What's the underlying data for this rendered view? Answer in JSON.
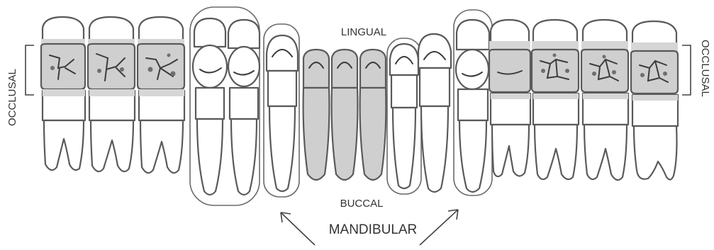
{
  "labels": {
    "lingual": "LINGUAL",
    "buccal": "BUCCAL",
    "mandibular": "MANDIBULAR",
    "occlusal_left": "OCCLUSAL",
    "occlusal_right": "OCCLUSAL"
  },
  "colors": {
    "outline": "#5a5a5a",
    "shading": "#cfcfcf",
    "background": "#ffffff"
  }
}
